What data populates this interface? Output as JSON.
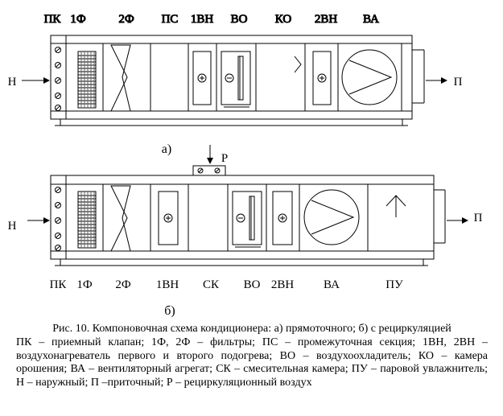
{
  "figure_a": {
    "labels": [
      "ПК",
      "1Ф",
      "2Ф",
      "ПС",
      "1ВН",
      "ВО",
      "КО",
      "2ВН",
      "ВА"
    ],
    "inlet": "Н",
    "outlet": "П",
    "caption": "а)"
  },
  "figure_b": {
    "labels": [
      "ПК",
      "1Ф",
      "2Ф",
      "1ВН",
      "СК",
      "ВО",
      "2ВН",
      "ВА",
      "ПУ"
    ],
    "inlet": "Н",
    "outlet": "П",
    "recirc": "Р",
    "caption": "б)"
  },
  "caption": {
    "line1": "Рис. 10. Компоновочная схема кондиционера: а) прямоточного; б) с рециркуляцией",
    "rest": "ПК – приемный клапан; 1Ф, 2Ф – фильтры; ПС – промежуточная секция; 1ВН, 2ВН – воздухонагреватель первого и второго подогрева; ВО – воздухоохладитель; КО – камера орошения; ВА – вентиляторный агрегат; СК – смесительная камера; ПУ – паровой увлажнитель; Н – наружный; П –приточный; Р – рециркуляционный воздух"
  }
}
